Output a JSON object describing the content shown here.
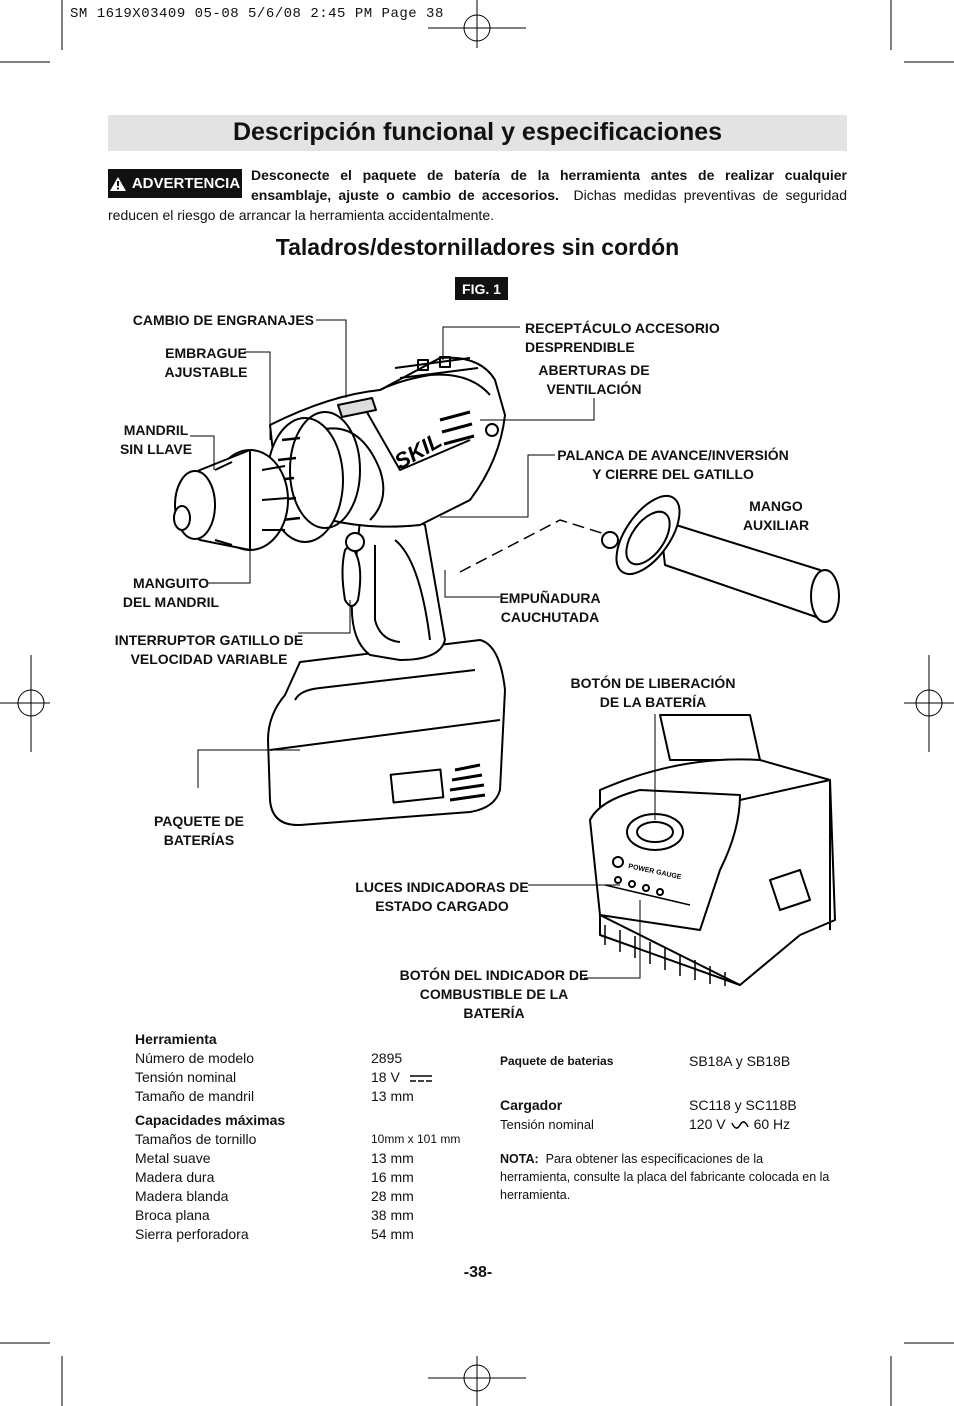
{
  "slug": "SM 1619X03409 05-08  5/6/08  2:45 PM  Page 38",
  "title": "Descripción funcional y especificaciones",
  "warning": {
    "badge": "ADVERTENCIA",
    "bold_text": "Desconecte el paquete de batería de la herramienta antes de realizar cualquier ensamblaje, ajuste o cambio de accesorios.",
    "normal_text": "Dichas medidas preventivas de seguridad reducen el riesgo de arrancar la herramienta accidentalmente."
  },
  "subtitle": "Taladros/destornilladores sin cordón",
  "fig_label": "FIG. 1",
  "callouts": {
    "gear_change": "CAMBIO DE ENGRANAJES",
    "clutch_1": "EMBRAGUE",
    "clutch_2": "AJUSTABLE",
    "chuck_1": "MANDRIL",
    "chuck_2": "SIN LLAVE",
    "sleeve_1": "MANGUITO",
    "sleeve_2": "DEL MANDRIL",
    "trigger_1": "INTERRUPTOR GATILLO DE",
    "trigger_2": "VELOCIDAD VARIABLE",
    "battery_pack_1": "PAQUETE DE",
    "battery_pack_2": "BATERÍAS",
    "accessory": "RECEPTÁCULO ACCESORIO DESPRENDIBLE",
    "vents_1": "ABERTURAS DE",
    "vents_2": "VENTILACIÓN",
    "lever_1": "PALANCA DE AVANCE/INVERSIÓN",
    "lever_2": "Y CIERRE DEL GATILLO",
    "aux_handle_1": "MANGO",
    "aux_handle_2": "AUXILIAR",
    "grip_1": "EMPUÑADURA",
    "grip_2": "CAUCHUTADA",
    "release_1": "BOTÓN DE LIBERACIÓN",
    "release_2": "DE LA BATERÍA",
    "lights_1": "LUCES INDICADORAS DE",
    "lights_2": "ESTADO CARGADO",
    "fuel_btn_1": "BOTÓN DEL INDICADOR DE",
    "fuel_btn_2": "COMBUSTIBLE DE LA BATERÍA"
  },
  "art_text": {
    "brand": "SKIL",
    "gauge": "POWER GAUGE"
  },
  "specs_left": {
    "tool_heading": "Herramienta",
    "tool_rows": [
      {
        "label": "Número de modelo",
        "value": "2895"
      },
      {
        "label": "Tensión nominal",
        "value": "18 V"
      },
      {
        "label": "Tamaño de mandril",
        "value": "13 mm"
      }
    ],
    "cap_heading": "Capacidades máximas",
    "cap_rows": [
      {
        "label": "Tamaños de tornillo",
        "value": "10mm x 101 mm"
      },
      {
        "label": "Metal suave",
        "value": "13 mm"
      },
      {
        "label": "Madera dura",
        "value": "16 mm"
      },
      {
        "label": "Madera blanda",
        "value": "28 mm"
      },
      {
        "label": "Broca plana",
        "value": "38 mm"
      },
      {
        "label": "Sierra perforadora",
        "value": "54 mm"
      }
    ]
  },
  "specs_right": {
    "pack_label": "Paquete de baterias",
    "pack_value": "SB18A y SB18B",
    "charger_label": "Cargador",
    "charger_value": "SC118 y SC118B",
    "rated_label": "Tensión nominal",
    "rated_v": "120 V",
    "rated_hz": "60 Hz",
    "note_label": "NOTA:",
    "note_text": "Para obtener las especificaciones de la herramienta, consulte la placa del fabricante colocada en la herramienta."
  },
  "page_number": "-38-"
}
